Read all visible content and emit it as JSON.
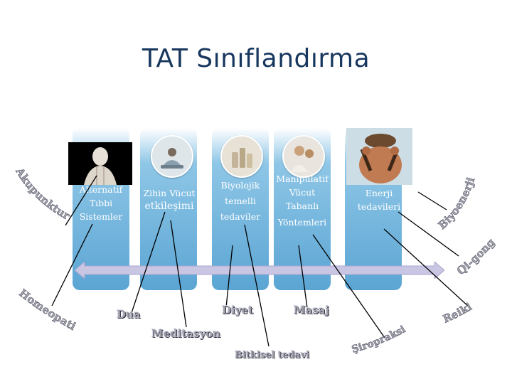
{
  "title": "TAT Sınıflandırma",
  "panels": [
    {
      "lines": [
        "Alternatif",
        "Tıbbi",
        "Sistemler"
      ]
    },
    {
      "lines": [
        "Zihin Vücut",
        "etkileşimi"
      ]
    },
    {
      "lines": [
        "Biyolojik",
        "temelli",
        "tedaviler"
      ]
    },
    {
      "lines": [
        "Manipülatif",
        "Vücut",
        "Tabanlı",
        "Yöntemleri"
      ]
    },
    {
      "lines": [
        "Enerji",
        "tedavileri"
      ]
    }
  ],
  "labels": {
    "akupunktur": "Akupunktur",
    "homeopati": "Homeopati",
    "dua": "Dua",
    "meditasyon": "Meditasyon",
    "diyet": "Diyet",
    "bitkisel": "Bitkisel tedavi",
    "masaj": "Masaj",
    "siropraksi": "Şiropraksi",
    "reiki": "Reiki",
    "biyoenerji": "Biyoenerji",
    "qigong": "Qi-gong"
  },
  "colors": {
    "title": "#17375e",
    "panel": "#5ba5d4",
    "arrow": "#c9c6e4",
    "label": "#a0a0a8"
  }
}
